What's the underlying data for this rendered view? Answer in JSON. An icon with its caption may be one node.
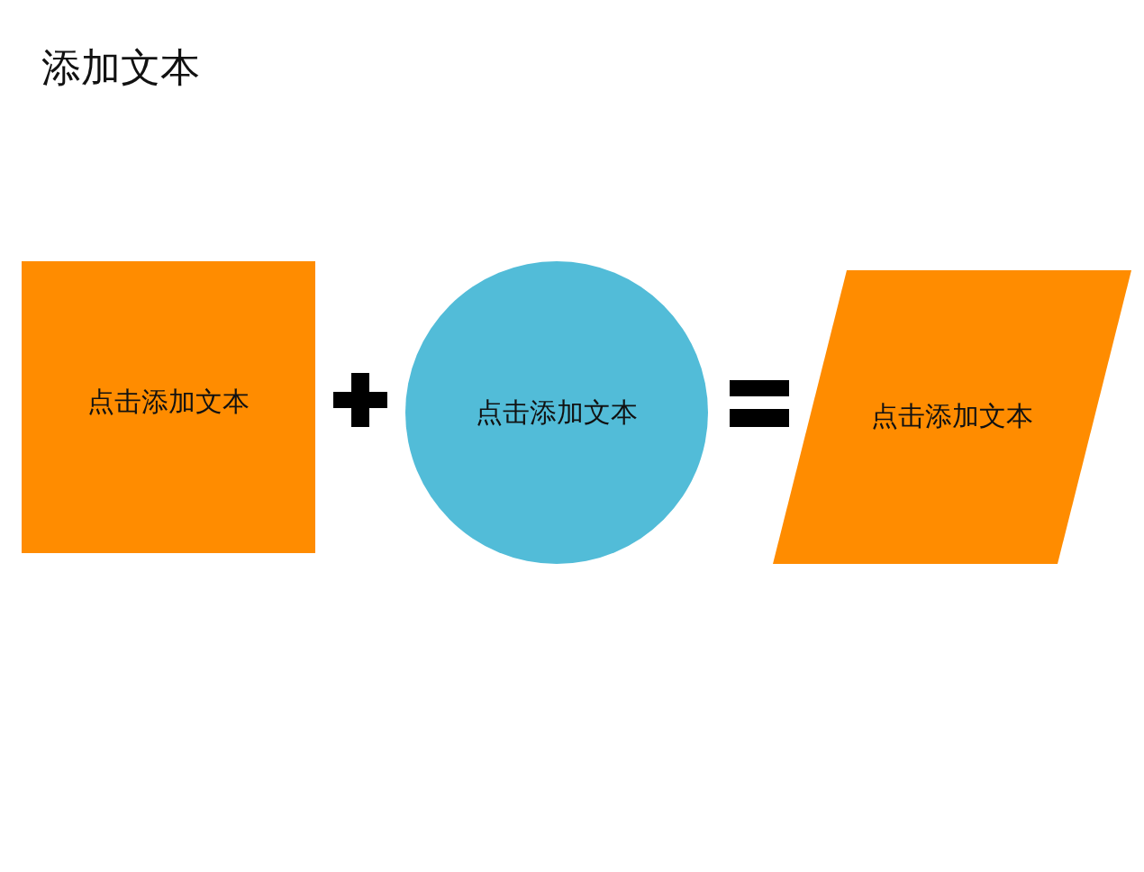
{
  "diagram": {
    "title": "添加文本",
    "nodes": [
      {
        "text": [
          "点击添加文本"
        ]
      },
      {
        "text": [
          "点击添加文本"
        ]
      },
      {
        "text": [
          "点击添加文本"
        ]
      }
    ]
  }
}
